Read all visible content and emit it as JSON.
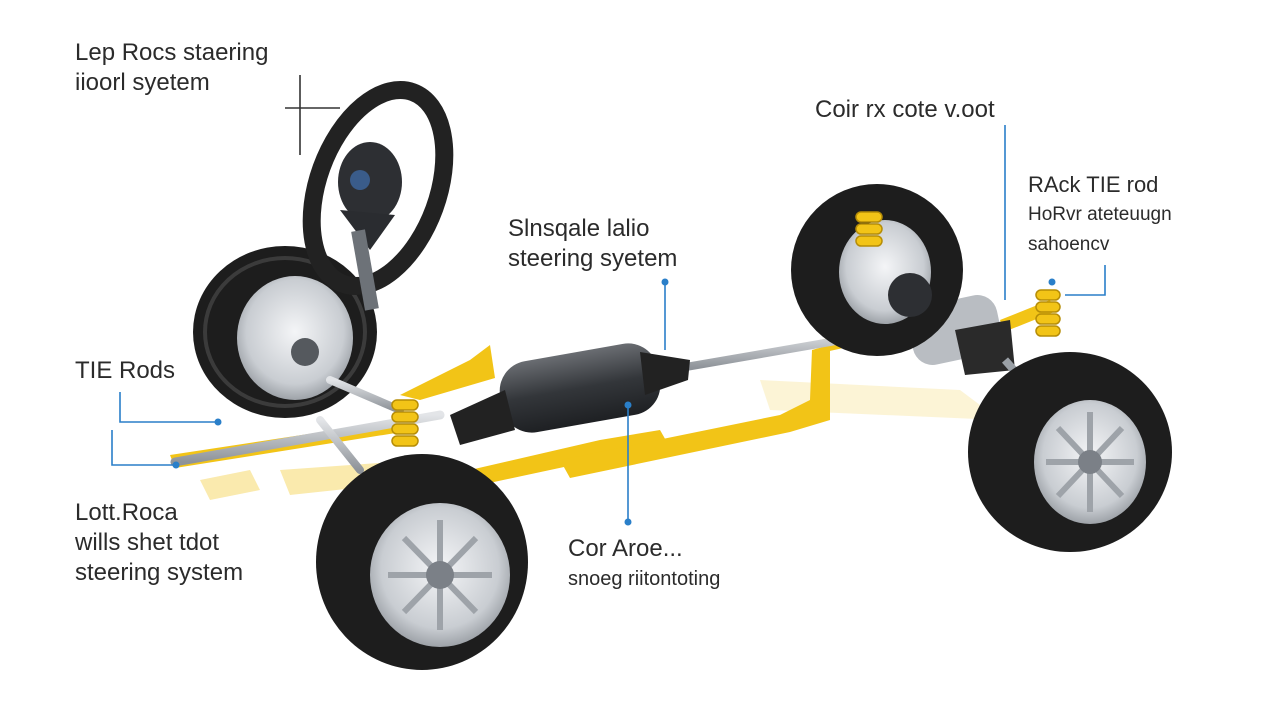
{
  "labels": {
    "top_left": {
      "line1": "Lep Rocs staering",
      "line2": "iioorl syetem"
    },
    "top_right": {
      "line1": "Coir rx cote v.oot"
    },
    "right": {
      "line1": "RAck TIE rod",
      "line2": "HoRvr ateteuugn",
      "line3": "sahoencv"
    },
    "center": {
      "line1": "Slnsqale lalio",
      "line2": "steering syetem"
    },
    "left_mid": {
      "line1": "TIE Rods"
    },
    "bottom_left": {
      "line1": "Lott.Roca",
      "line2": "wills shet tdot",
      "line3": "steering system"
    },
    "bottom_center": {
      "line1": "Cor Aroe...",
      "line2": "snoeg riitontoting"
    }
  },
  "colors": {
    "accent_yellow": "#f2c417",
    "callout_blue": "#2a7fc9",
    "tire": "#1d1d1d",
    "rim": "#c9cdd2"
  }
}
